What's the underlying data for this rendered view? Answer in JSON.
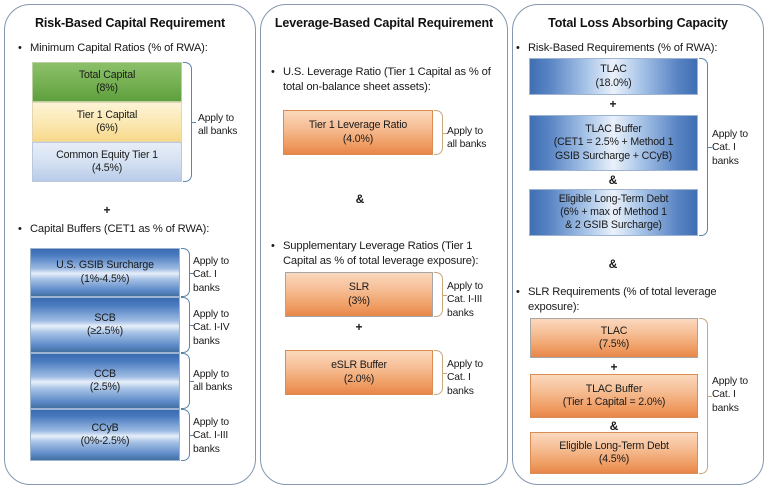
{
  "panels": [
    {
      "title": "Risk-Based Capital Requirement",
      "sections": [
        {
          "heading": "Minimum Capital Ratios (% of RWA):",
          "boxes": [
            {
              "name": "Total Capital",
              "value": "(8%)",
              "color": "#79b356"
            },
            {
              "name": "Tier 1 Capital",
              "value": "(6%)",
              "color": "#fbe9b4"
            },
            {
              "name": "Common Equity Tier 1",
              "value": "(4.5%)",
              "color": "#d2dff1"
            }
          ],
          "brackets": [
            {
              "label": "Apply to\nall banks"
            }
          ]
        },
        {
          "heading": "Capital Buffers (CET1 as % of RWA):",
          "boxes": [
            {
              "name": "U.S. GSIB Surcharge",
              "value": "(1%-4.5%)",
              "color": "#4c7cc0"
            },
            {
              "name": "SCB",
              "value": "(≥2.5%)",
              "color": "#4c7cc0"
            },
            {
              "name": "CCB",
              "value": "(2.5%)",
              "color": "#4c7cc0"
            },
            {
              "name": "CCyB",
              "value": "(0%-2.5%)",
              "color": "#4c7cc0"
            }
          ],
          "brackets": [
            {
              "label": "Apply to\nCat. I\nbanks"
            },
            {
              "label": "Apply to\nCat. I-IV\nbanks"
            },
            {
              "label": "Apply to\nall banks"
            },
            {
              "label": "Apply to\nCat. I-III\nbanks"
            }
          ]
        }
      ],
      "connectors": [
        "+"
      ]
    },
    {
      "title": "Leverage-Based Capital Requirement",
      "sections": [
        {
          "heading": "U.S. Leverage Ratio (Tier 1 Capital as % of total on-balance sheet assets):",
          "boxes": [
            {
              "name": "Tier 1 Leverage Ratio",
              "value": "(4.0%)",
              "color": "#ef9c62"
            }
          ],
          "brackets": [
            {
              "label": "Apply to\nall banks"
            }
          ]
        },
        {
          "heading": "Supplementary Leverage Ratios (Tier 1 Capital as % of total leverage exposure):",
          "boxes": [
            {
              "name": "SLR",
              "value": "(3%)",
              "color": "#ef9c62"
            },
            {
              "name": "eSLR Buffer",
              "value": "(2.0%)",
              "color": "#ef9c62"
            }
          ],
          "brackets": [
            {
              "label": "Apply to\nCat. I-III\nbanks"
            },
            {
              "label": "Apply to\nCat. I\nbanks"
            }
          ],
          "inner_connectors": [
            "+"
          ]
        }
      ],
      "connectors": [
        "&"
      ]
    },
    {
      "title": "Total Loss Absorbing Capacity",
      "sections": [
        {
          "heading": "Risk-Based Requirements (% of RWA):",
          "boxes": [
            {
              "name": "TLAC",
              "value": "(18.0%)",
              "color": "#4c7cc0"
            },
            {
              "name": "TLAC Buffer",
              "value": "(CET1 = 2.5% + Method 1",
              "value2": "GSIB Surcharge + CCyB)",
              "color": "#4c7cc0"
            },
            {
              "name": "Eligible Long-Term Debt",
              "value": "(6% + max of Method 1",
              "value2": "& 2 GSIB Surcharge)",
              "color": "#4c7cc0"
            }
          ],
          "brackets": [
            {
              "label": "Apply to\nCat. I\nbanks"
            }
          ],
          "inner_connectors": [
            "+",
            "&"
          ]
        },
        {
          "heading": "SLR Requirements (% of total leverage exposure):",
          "boxes": [
            {
              "name": "TLAC",
              "value": "(7.5%)",
              "color": "#ef9c62"
            },
            {
              "name": "TLAC Buffer",
              "value": "(Tier 1 Capital = 2.0%)",
              "color": "#ef9c62"
            },
            {
              "name": "Eligible Long-Term Debt",
              "value": "(4.5%)",
              "color": "#ef9c62"
            }
          ],
          "brackets": [
            {
              "label": "Apply to\nCat. I\nbanks"
            }
          ],
          "inner_connectors": [
            "+",
            "&"
          ]
        }
      ],
      "connectors": [
        "&"
      ]
    }
  ],
  "text": {
    "p1_title": "Risk-Based Capital Requirement",
    "p1_s1_head": "Minimum Capital Ratios (% of RWA):",
    "p1_s1_b1_l1": "Total Capital",
    "p1_s1_b1_l2": "(8%)",
    "p1_s1_b2_l1": "Tier 1 Capital",
    "p1_s1_b2_l2": "(6%)",
    "p1_s1_b3_l1": "Common Equity Tier 1",
    "p1_s1_b3_l2": "(4.5%)",
    "p1_s1_br1": "Apply to\nall banks",
    "p1_conn1": "+",
    "p1_s2_head": "Capital Buffers (CET1 as % of RWA):",
    "p1_s2_b1_l1": "U.S. GSIB Surcharge",
    "p1_s2_b1_l2": "(1%-4.5%)",
    "p1_s2_b2_l1": "SCB",
    "p1_s2_b2_l2": "(≥2.5%)",
    "p1_s2_b3_l1": "CCB",
    "p1_s2_b3_l2": "(2.5%)",
    "p1_s2_b4_l1": "CCyB",
    "p1_s2_b4_l2": "(0%-2.5%)",
    "p1_s2_br1": "Apply to\nCat. I\nbanks",
    "p1_s2_br2": "Apply to\nCat. I-IV\nbanks",
    "p1_s2_br3": "Apply to\nall banks",
    "p1_s2_br4": "Apply to\nCat. I-III\nbanks",
    "p2_title": "Leverage-Based Capital Requirement",
    "p2_s1_head": "U.S. Leverage Ratio (Tier 1 Capital as % of total on-balance sheet assets):",
    "p2_s1_b1_l1": "Tier 1 Leverage Ratio",
    "p2_s1_b1_l2": "(4.0%)",
    "p2_s1_br1": "Apply to\nall banks",
    "p2_conn1": "&",
    "p2_s2_head": "Supplementary Leverage Ratios (Tier 1 Capital as % of total leverage exposure):",
    "p2_s2_b1_l1": "SLR",
    "p2_s2_b1_l2": "(3%)",
    "p2_s2_conn1": "+",
    "p2_s2_b2_l1": "eSLR Buffer",
    "p2_s2_b2_l2": "(2.0%)",
    "p2_s2_br1": "Apply to\nCat. I-III\nbanks",
    "p2_s2_br2": "Apply to\nCat. I\nbanks",
    "p3_title": "Total Loss Absorbing Capacity",
    "p3_s1_head": "Risk-Based Requirements (% of RWA):",
    "p3_s1_b1_l1": "TLAC",
    "p3_s1_b1_l2": "(18.0%)",
    "p3_s1_conn1": "+",
    "p3_s1_b2_l1": "TLAC Buffer",
    "p3_s1_b2_l2": "(CET1 = 2.5% + Method 1",
    "p3_s1_b2_l3": "GSIB Surcharge + CCyB)",
    "p3_s1_conn2": "&",
    "p3_s1_b3_l1": "Eligible Long-Term Debt",
    "p3_s1_b3_l2": "(6% + max of Method 1",
    "p3_s1_b3_l3": "& 2 GSIB Surcharge)",
    "p3_s1_br1": "Apply to\nCat. I\nbanks",
    "p3_conn1": "&",
    "p3_s2_head": "SLR Requirements (% of total leverage exposure):",
    "p3_s2_b1_l1": "TLAC",
    "p3_s2_b1_l2": "(7.5%)",
    "p3_s2_conn1": "+",
    "p3_s2_b2_l1": "TLAC Buffer",
    "p3_s2_b2_l2": "(Tier 1 Capital = 2.0%)",
    "p3_s2_conn2": "&",
    "p3_s2_b3_l1": "Eligible Long-Term Debt",
    "p3_s2_b3_l2": "(4.5%)",
    "p3_s2_br1": "Apply to\nCat. I\nbanks",
    "bullet": "•"
  }
}
